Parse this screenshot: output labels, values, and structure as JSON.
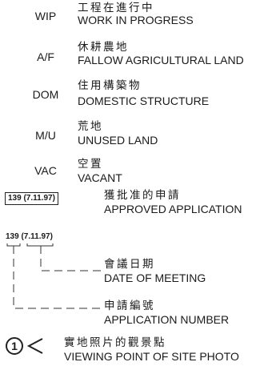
{
  "legend": {
    "entries": [
      {
        "abbr": "WIP",
        "zh": "工程在進行中",
        "en": "WORK IN PROGRESS"
      },
      {
        "abbr": "A/F",
        "zh": "休耕農地",
        "en": "FALLOW AGRICULTURAL LAND"
      },
      {
        "abbr": "DOM",
        "zh": "住用構築物",
        "en": "DOMESTIC STRUCTURE"
      },
      {
        "abbr": "M/U",
        "zh": "荒地",
        "en": "UNUSED LAND"
      },
      {
        "abbr": "VAC",
        "zh": "空置",
        "en": "VACANT"
      }
    ],
    "approved": {
      "label": "139 (7.11.97)",
      "zh": "獲批准的申請",
      "en": "APPROVED APPLICATION"
    },
    "notation": {
      "label": "139 (7.11.97)",
      "meeting": {
        "zh": "會議日期",
        "en": "DATE OF MEETING"
      },
      "number": {
        "zh": "申請編號",
        "en": "APPLICATION NUMBER"
      }
    },
    "photo": {
      "marker": "1",
      "zh": "實地照片的觀景點",
      "en": "VIEWING POINT OF SITE PHOTO"
    }
  }
}
